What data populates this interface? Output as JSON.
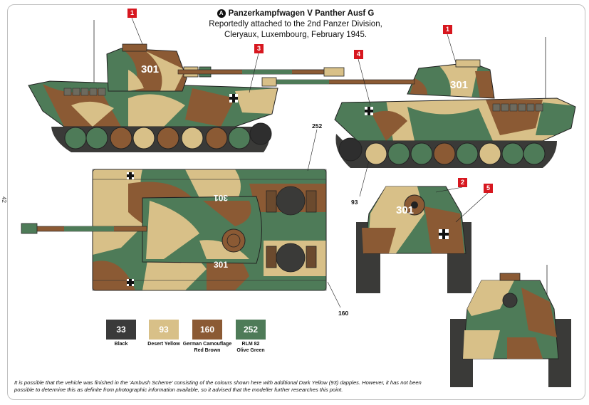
{
  "page_number": "42",
  "title": {
    "badge": "A",
    "heading": "Panzerkampfwagen V Panther Ausf G",
    "line2": "Reportedly attached to the 2nd Panzer Division,",
    "line3": "Cleryaux, Luxembourg, February 1945."
  },
  "callouts": [
    "1",
    "3",
    "4",
    "1",
    "2",
    "5"
  ],
  "colour_refs": {
    "ref_252": "252",
    "ref_93": "93",
    "ref_160": "160"
  },
  "vehicle_number": "301",
  "swatches": [
    {
      "code": "33",
      "color": "#3a3a3a",
      "label_line1": "Black",
      "label_line2": ""
    },
    {
      "code": "93",
      "color": "#d8c088",
      "label_line1": "Desert Yellow",
      "label_line2": ""
    },
    {
      "code": "160",
      "color": "#8b5a34",
      "label_line1": "German Camouflage",
      "label_line2": "Red Brown"
    },
    {
      "code": "252",
      "color": "#4e7b58",
      "label_line1": "RLM 82",
      "label_line2": "Olive Green"
    }
  ],
  "note": "It is possible that the vehicle was finished in the 'Ambush Scheme' consisting of the colours shown here with additional Dark Yellow (93) dapples. However, it has not been possible to determine this as definite from photographic information available, so it advised that the modeller further researches this point.",
  "palette": {
    "green": "#4e7b58",
    "sand": "#d8c088",
    "brown": "#8b5a34",
    "black": "#2e2e2e",
    "track": "#3a3a38"
  }
}
